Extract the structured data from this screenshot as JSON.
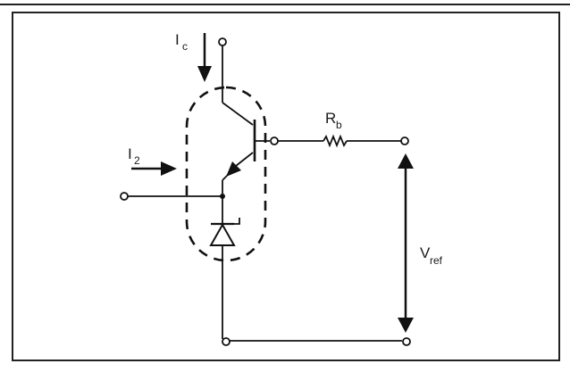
{
  "labels": {
    "ic": {
      "main": "I",
      "sub": "c"
    },
    "i2": {
      "main": "I",
      "sub": "2"
    },
    "rb": {
      "main": "R",
      "sub": "b"
    },
    "vref": {
      "main": "V",
      "sub": "ref"
    }
  }
}
